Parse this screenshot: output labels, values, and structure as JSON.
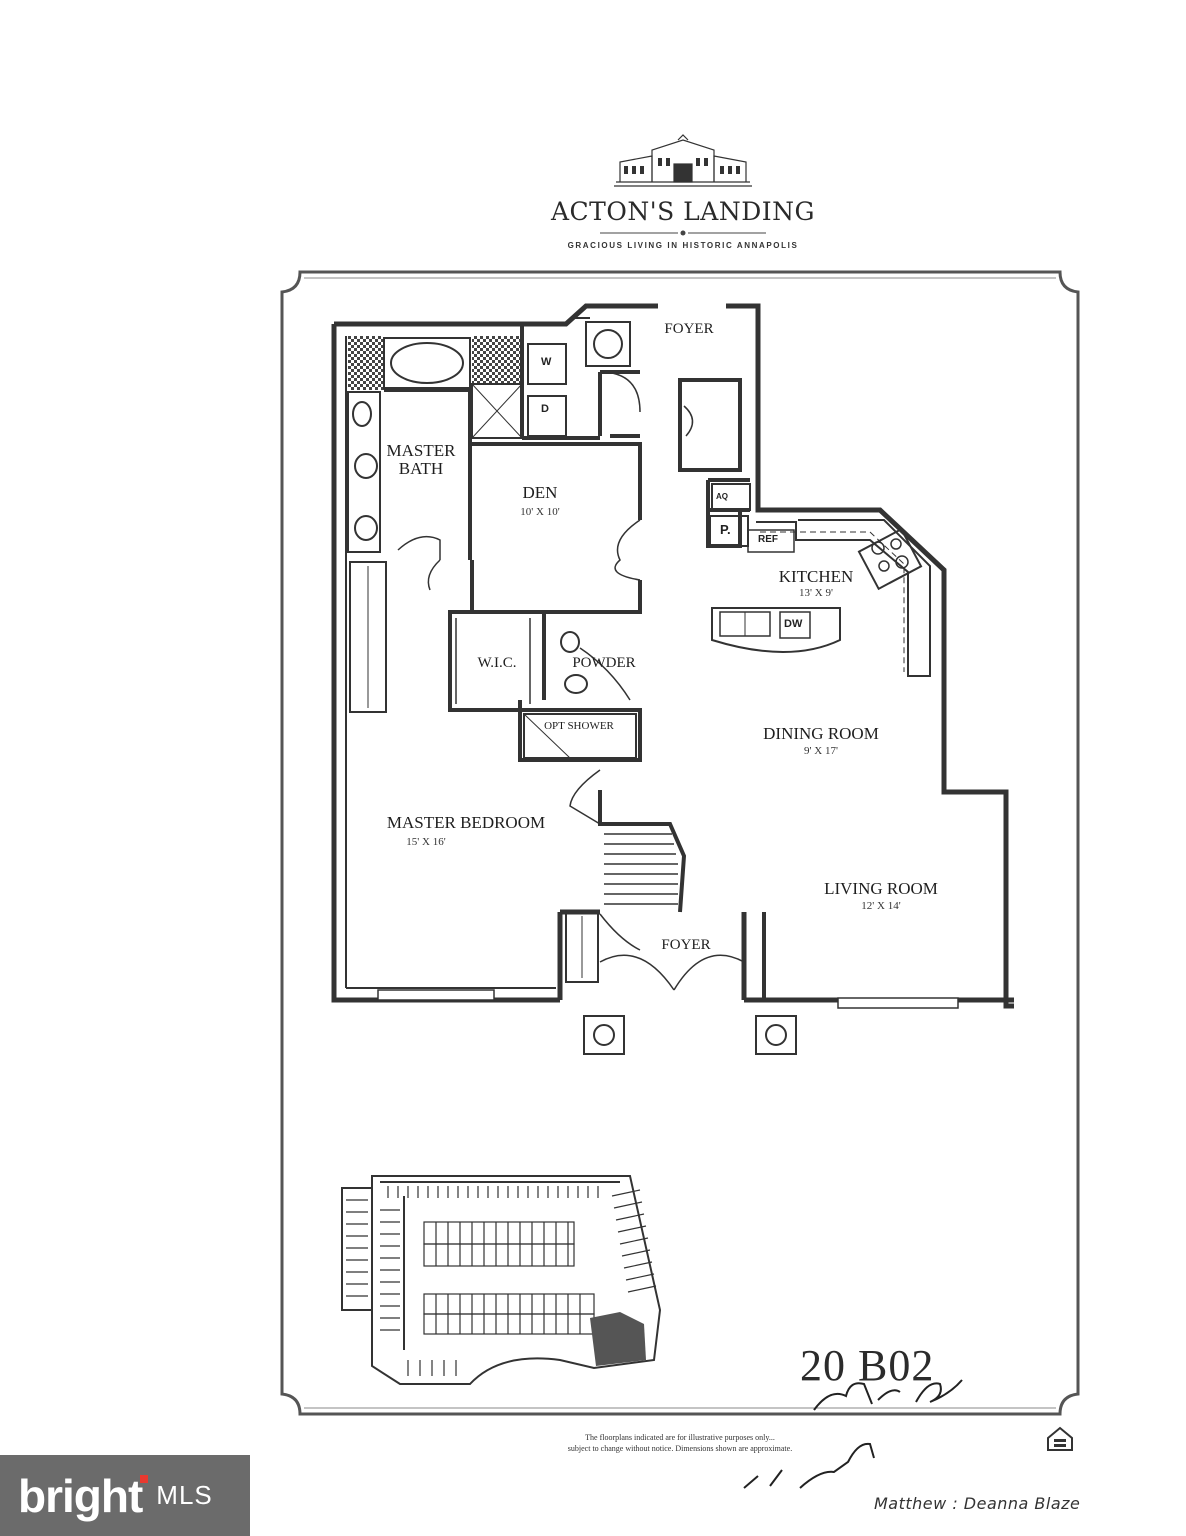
{
  "brand": {
    "title": "ACTON'S LANDING",
    "tagline": "GRACIOUS LIVING IN HISTORIC ANNAPOLIS"
  },
  "rooms": [
    {
      "name": "MASTER BATH",
      "dims": ""
    },
    {
      "name": "DEN",
      "dims": "10' X 10'"
    },
    {
      "name": "KITCHEN",
      "dims": "13' X 9'"
    },
    {
      "name": "DINING ROOM",
      "dims": "9' X 17'"
    },
    {
      "name": "MASTER BEDROOM",
      "dims": "15' X 16'"
    },
    {
      "name": "LIVING ROOM",
      "dims": "12' X 14'"
    },
    {
      "name": "W.I.C.",
      "dims": ""
    },
    {
      "name": "POWDER",
      "dims": ""
    },
    {
      "name": "OPT SHOWER",
      "dims": ""
    },
    {
      "name": "FOYER",
      "dims": ""
    },
    {
      "name": "FOYER",
      "dims": ""
    }
  ],
  "fixtures": {
    "washer": "W",
    "dryer": "D",
    "pantry": "P.",
    "refrigerator": "REF",
    "dishwasher": "DW",
    "water_heater": "AQ"
  },
  "unit_number": "20 B02",
  "disclaimer": {
    "line1": "The floorplans indicated are for illustrative purposes only...",
    "line2": "subject to change without notice. Dimensions shown are approximate."
  },
  "handwritten_note": "Matthew : Deanna Blaze",
  "badge": {
    "word": "bright",
    "sub": "MLS"
  },
  "colors": {
    "line": "#3a3a3a",
    "badge_bg": "#6b6b6b",
    "badge_accent": "#e8392f"
  }
}
